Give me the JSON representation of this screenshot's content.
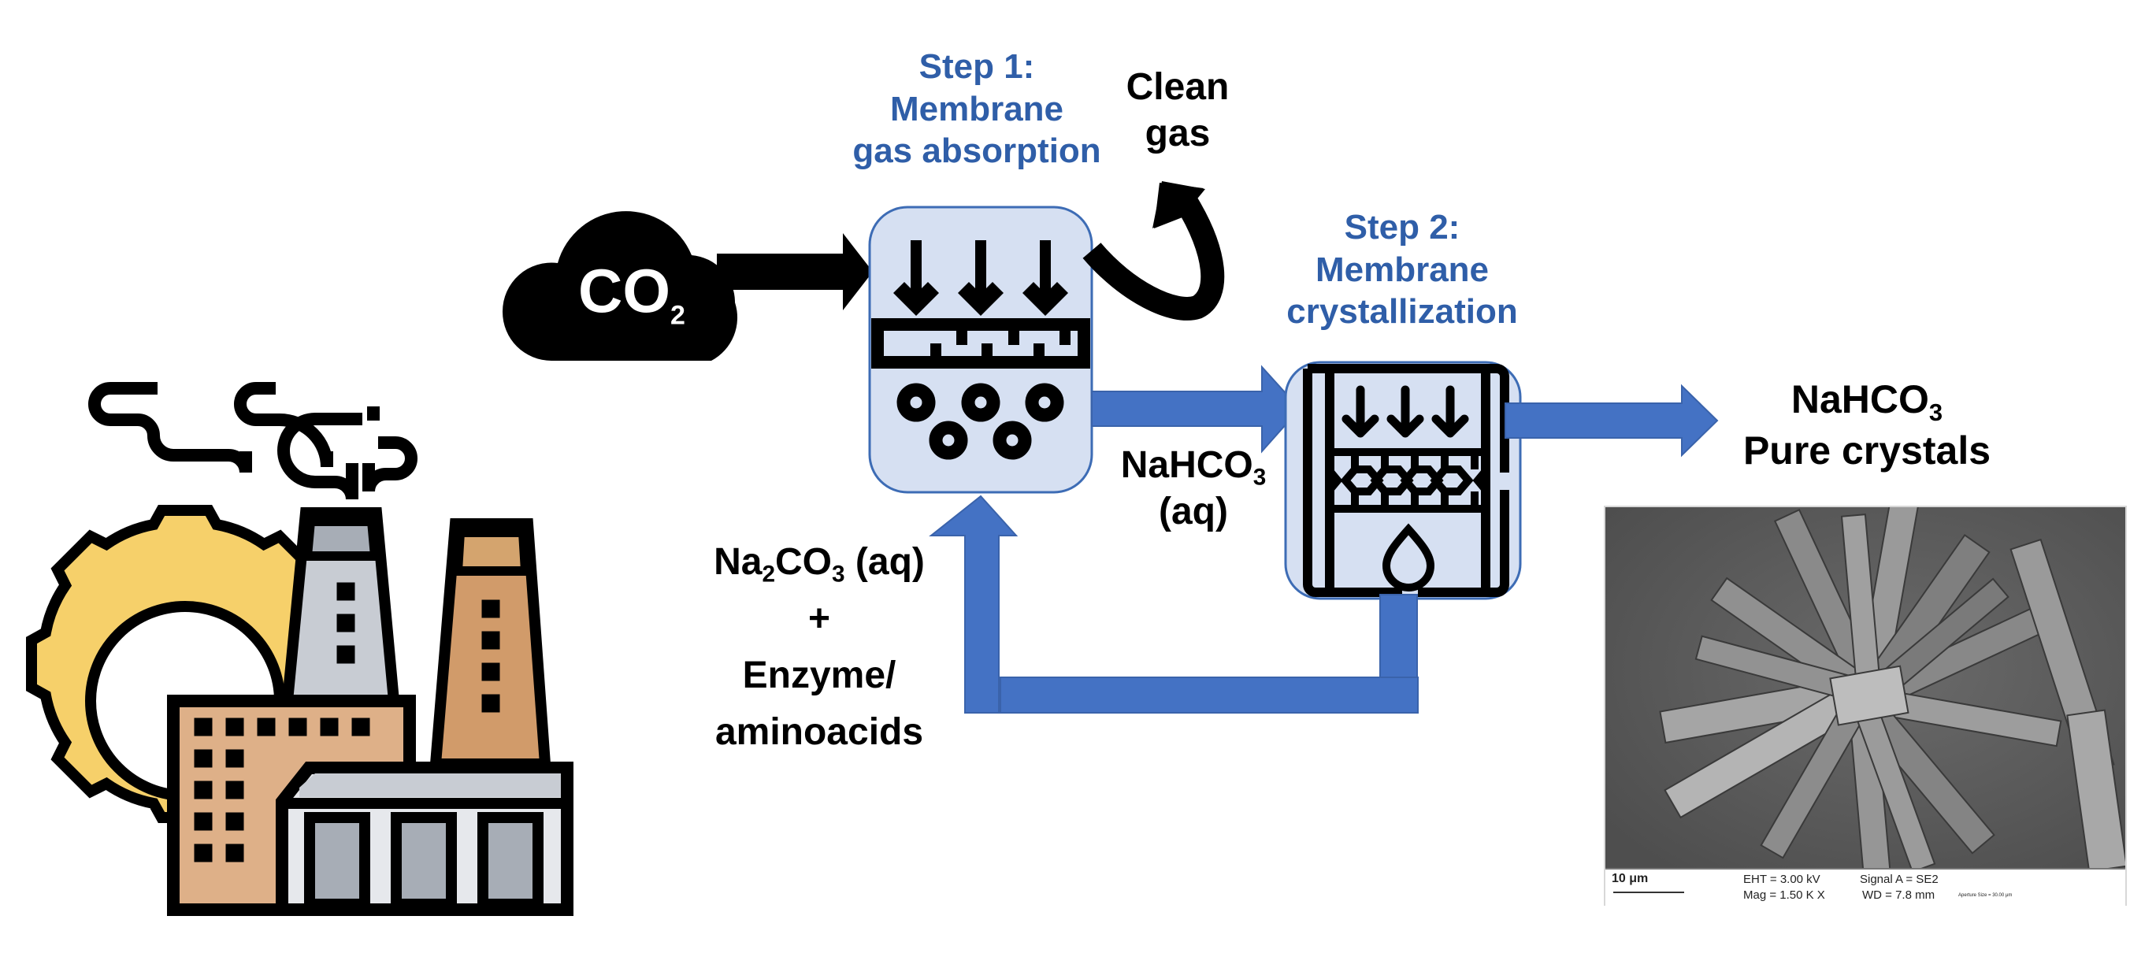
{
  "title": "Two-step membrane CO2 capture and NaHCO3 crystallization process",
  "colors": {
    "step_label": "#2f5ea8",
    "arrow_blue": "#4472c4",
    "module_fill": "#d6e0f2",
    "module_border": "#3d6cb5",
    "arrow_black": "#000000"
  },
  "source": {
    "icon": "factory-icon",
    "emission_label": "CO",
    "emission_subscript": "2"
  },
  "step1": {
    "line1": "Step 1:",
    "line2": "Membrane",
    "line3": "gas absorption",
    "icon": "membrane-absorption-icon"
  },
  "clean_gas": {
    "line1": "Clean",
    "line2": "gas"
  },
  "step2": {
    "line1": "Step 2:",
    "line2": "Membrane",
    "line3": "crystallization",
    "icon": "membrane-crystallizer-icon"
  },
  "intermediate": {
    "formula_main": "NaHCO",
    "formula_sub": "3",
    "state": "(aq)"
  },
  "feed": {
    "formula_a": "Na",
    "formula_a_sub": "2",
    "formula_b": "CO",
    "formula_b_sub": "3",
    "state": " (aq)",
    "plus": "+",
    "line3": "Enzyme/",
    "line4": "aminoacids"
  },
  "product": {
    "formula_main": "NaHCO",
    "formula_sub": "3",
    "line2": "Pure crystals"
  },
  "sem_image": {
    "scale_bar": "10 μm",
    "eht": "EHT =  3.00 kV",
    "mag": "Mag =    1.50 K X",
    "signal": "Signal A = SE2",
    "wd": "WD =  7.8 mm",
    "pixel_size": "Aperture Size = 30.00 μm"
  }
}
